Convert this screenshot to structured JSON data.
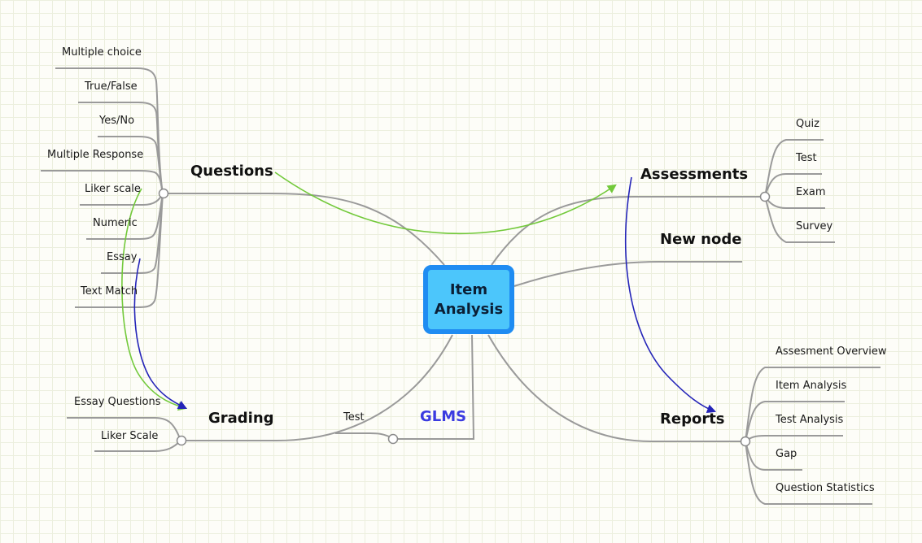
{
  "center": {
    "label": "Item Analysis"
  },
  "branches": {
    "questions": {
      "label": "Questions",
      "children": [
        "Multiple choice",
        "True/False",
        "Yes/No",
        "Multiple Response",
        "Liker scale",
        "Numeric",
        "Essay",
        "Text Match"
      ]
    },
    "grading": {
      "label": "Grading",
      "children": [
        "Essay Questions",
        "Liker Scale"
      ]
    },
    "assessments": {
      "label": "Assessments",
      "children": [
        "Quiz",
        "Test",
        "Exam",
        "Survey"
      ]
    },
    "new_node": {
      "label": "New node"
    },
    "reports": {
      "label": "Reports",
      "children": [
        "Assesment Overview",
        "Item Analysis",
        "Test Analysis",
        "Gap",
        "Question Statistics"
      ]
    },
    "glms": {
      "label": "GLMS",
      "children": [
        "Test"
      ]
    }
  },
  "colors": {
    "connector": "#9a9a9a",
    "center_fill": "#4cc6fb",
    "center_border": "#1f8cf2",
    "relation_green": "#72c93a",
    "relation_blue": "#2424b8",
    "glms_text": "#3b3be0"
  }
}
